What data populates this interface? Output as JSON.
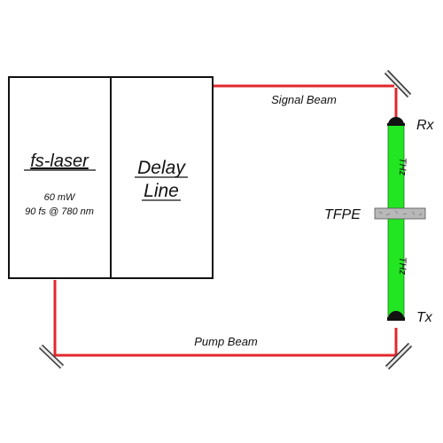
{
  "laser": {
    "name": "fs-laser",
    "power": "60 mW",
    "spec": "90 fs @ 780 nm"
  },
  "delay_line": {
    "line1": "Delay",
    "line2": "Line"
  },
  "beams": {
    "signal": "Signal Beam",
    "pump": "Pump Beam",
    "thz_upper": "THz",
    "thz_lower": "THz"
  },
  "components": {
    "receiver": "Rx",
    "emitter": "Tx",
    "sample": "TFPE"
  },
  "colors": {
    "beam_red": "#e0282e",
    "thz_green": "#22e622",
    "thz_edge": "#1a7a1a",
    "sample_gray": "#b8b8b8",
    "box_border": "#111111"
  }
}
